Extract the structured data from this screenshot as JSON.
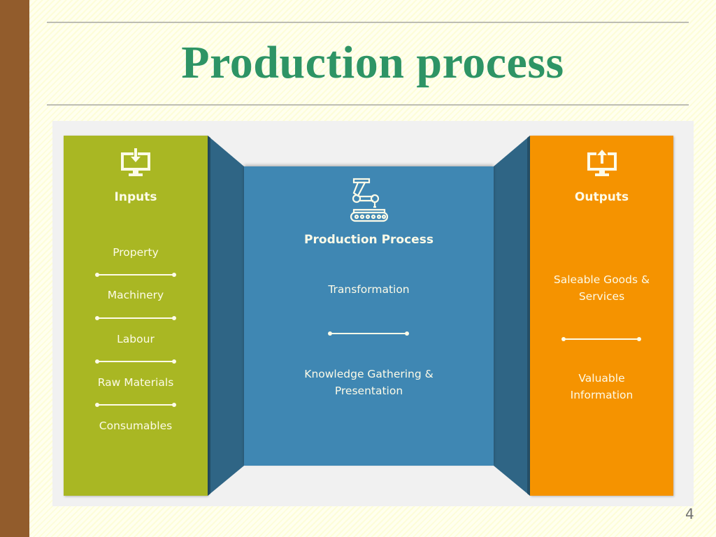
{
  "slide": {
    "title": "Production process",
    "page_number": "4"
  },
  "colors": {
    "left_bar": "#925c2c",
    "title": "#2e9465",
    "inputs_panel": "#a9b723",
    "process_panel": "#3f87b3",
    "process_side": "#2f6585",
    "outputs_panel": "#f59300",
    "diagram_background": "#f1f1f1"
  },
  "diagram": {
    "inputs": {
      "icon": "monitor-download-icon",
      "title": "Inputs",
      "items": [
        "Property",
        "Machinery",
        "Labour",
        "Raw Materials",
        "Consumables"
      ]
    },
    "process": {
      "icon": "robot-arm-conveyor-icon",
      "title": "Production Process",
      "items": [
        "Transformation",
        "Knowledge Gathering & Presentation"
      ]
    },
    "outputs": {
      "icon": "monitor-upload-icon",
      "title": "Outputs",
      "items": [
        "Saleable Goods & Services",
        "Valuable Information"
      ]
    }
  }
}
